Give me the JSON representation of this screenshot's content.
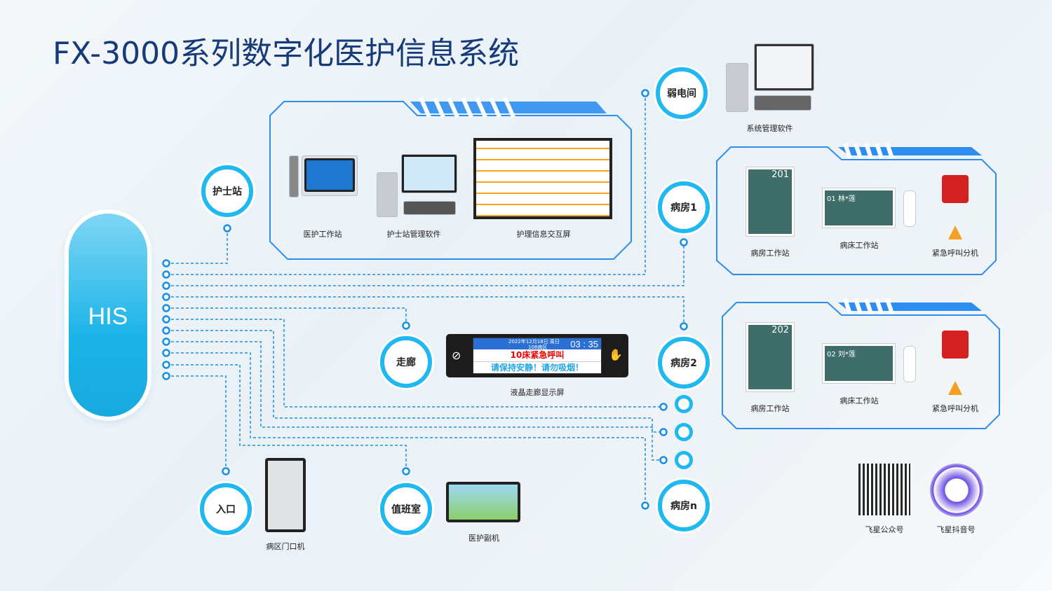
{
  "title": "FX-3000系列数字化医护信息系统",
  "his": "HIS",
  "nodes": {
    "nurse_station": "护士站",
    "weak_room": "弱电间",
    "ward1": "病房1",
    "corridor": "走廊",
    "ward2": "病房2",
    "entrance": "入口",
    "duty_room": "值班室",
    "wardn": "病房n"
  },
  "devices": {
    "nurse_terminal": "医护工作站",
    "nurse_software": "护士站管理软件",
    "info_screen": "护理信息交互屏",
    "system_software": "系统管理软件",
    "corridor_display": "液晶走廊显示屏",
    "door_unit": "病区门口机",
    "duty_unit": "医护副机"
  },
  "ward1": {
    "room_station": "病房工作站",
    "bed_station": "病床工作站",
    "emergency": "紧急呼叫分机",
    "room_no": "201",
    "bed_no": "01",
    "patient": "林*莲"
  },
  "ward2": {
    "room_station": "病房工作站",
    "bed_station": "病床工作站",
    "emergency": "紧急呼叫分机",
    "room_no": "202",
    "bed_no": "02",
    "patient": "刘*莲"
  },
  "lcd": {
    "date": "2022年12月18日 周日",
    "area": "108病区",
    "time": "03 : 35",
    "line1": "10床紧急呼叫",
    "line2": "请保持安静！请勿吸烟！"
  },
  "qr": {
    "wechat": "飞星公众号",
    "douyin": "飞星抖音号"
  },
  "colors": {
    "accent": "#1fb8f0",
    "title": "#173a78"
  }
}
